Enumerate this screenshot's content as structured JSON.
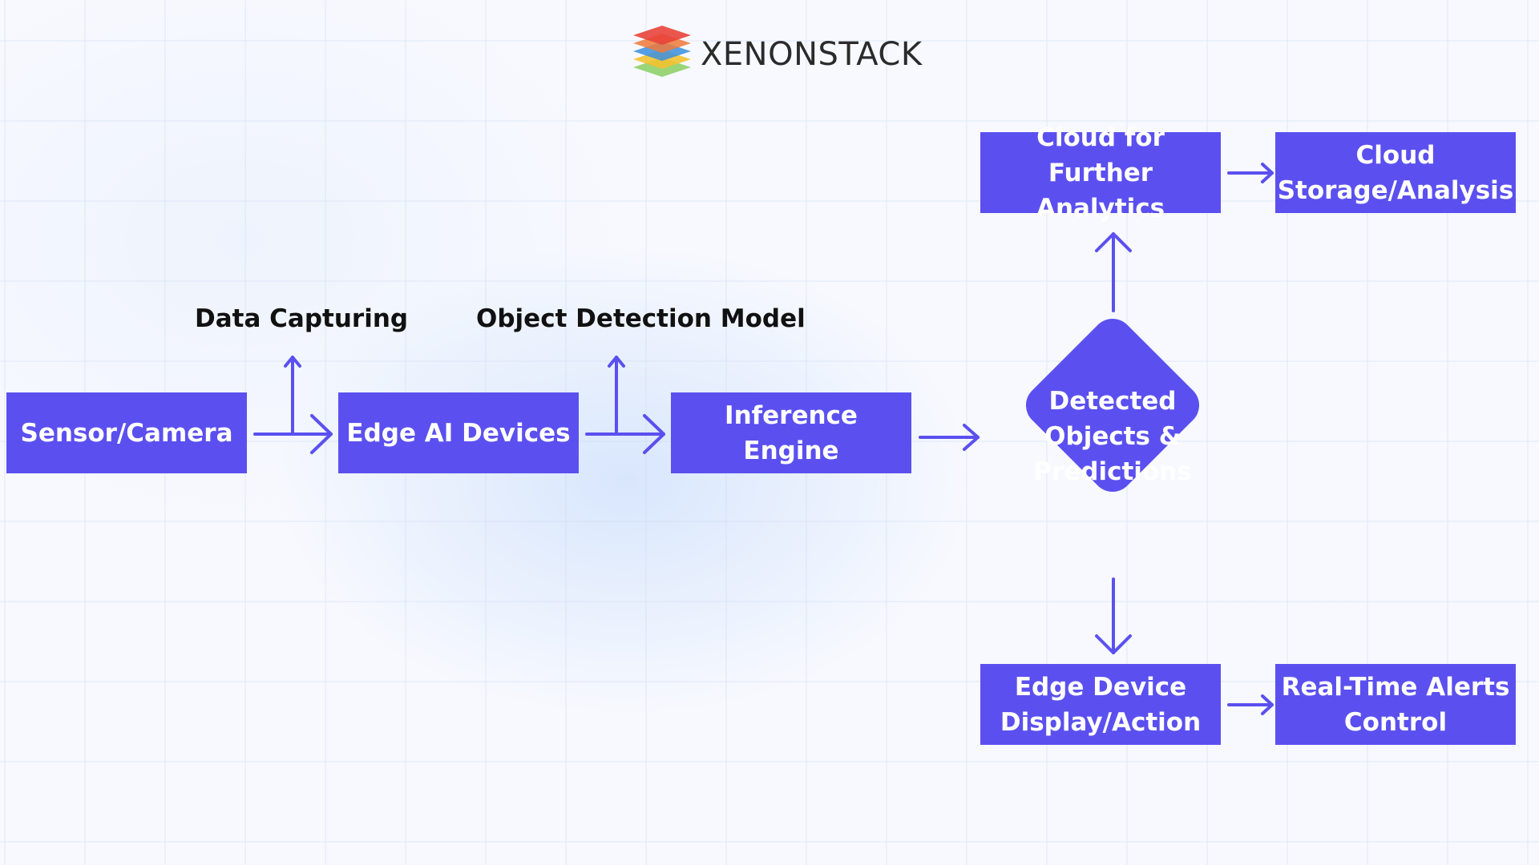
{
  "brand": {
    "name": "XENONSTACK"
  },
  "labels": {
    "data_capturing": "Data Capturing",
    "object_detection": "Object Detection Model"
  },
  "nodes": {
    "sensor": "Sensor/Camera",
    "edge_ai": "Edge AI Devices",
    "inference": "Inference Engine",
    "detected": "Detected\nObjects &\nPredictions",
    "cloud_analytics": "Cloud for Further\nAnalytics",
    "cloud_storage": "Cloud\nStorage/Analysis",
    "edge_display": "Edge Device\nDisplay/Action",
    "alerts": "Real-Time Alerts\nControl"
  },
  "colors": {
    "node_fill": "#5b50ef",
    "arrow": "#5b50ef",
    "label_text": "#111111",
    "node_text": "#ffffff"
  }
}
